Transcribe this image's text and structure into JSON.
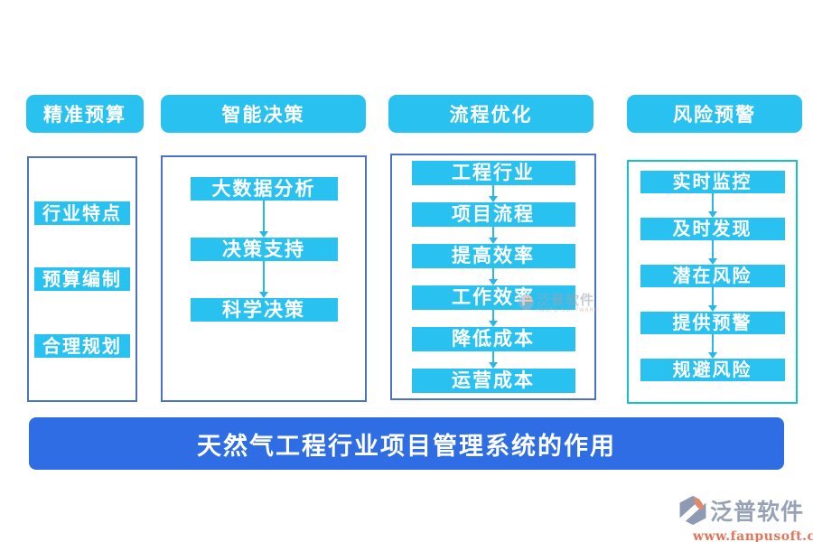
{
  "columns": [
    {
      "id": "precise-budget",
      "header": "精准预算",
      "items": [
        "行业特点",
        "预算编制",
        "合理规划"
      ],
      "arrows": false
    },
    {
      "id": "smart-decision",
      "header": "智能决策",
      "items": [
        "大数据分析",
        "决策支持",
        "科学决策"
      ],
      "arrows": true
    },
    {
      "id": "process-optimization",
      "header": "流程优化",
      "items": [
        "工程行业",
        "项目流程",
        "提高效率",
        "工作效率",
        "降低成本",
        "运营成本"
      ],
      "arrows": true
    },
    {
      "id": "risk-warning",
      "header": "风险预警",
      "items": [
        "实时监控",
        "及时发现",
        "潜在风险",
        "提供预警",
        "规避风险"
      ],
      "arrows": true
    }
  ],
  "banner": {
    "title": "天然气工程行业项目管理系统的作用"
  },
  "watermark": {
    "name": "泛普软件",
    "subtitle": "FANPU SOFTWARE"
  },
  "logo": {
    "name": "泛普软件",
    "url": "www.fanpusoft.com"
  },
  "colors": {
    "node_cyan": "#29c1f0",
    "arrow_cyan": "#29b6ea",
    "banner_blue": "#2e6de4",
    "panel_border_blue": "#4a72c8",
    "panel_border_teal": "#13c3c9",
    "logo_gray": "#98a2b6",
    "logo_orange": "#e0755a"
  }
}
